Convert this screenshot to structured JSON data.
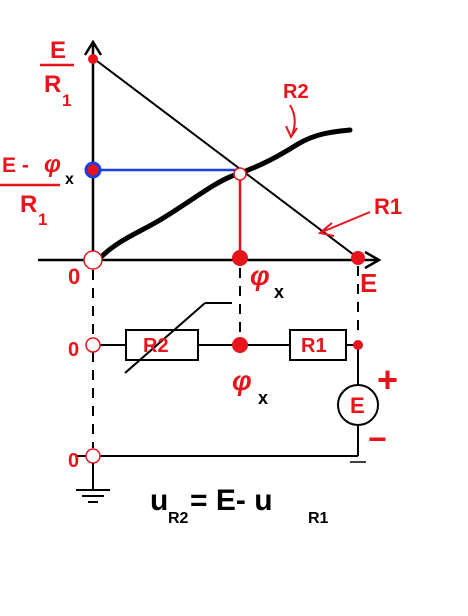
{
  "labels": {
    "top_numerator": "E",
    "top_denominator": "R",
    "top_denominator_sub": "1",
    "mid_numerator": "E -",
    "mid_phi": "φ",
    "mid_phi_sub": "x",
    "mid_denominator": "R",
    "mid_denominator_sub": "1",
    "curve_r2": "R2",
    "line_r1": "R1",
    "origin_zero": "0",
    "x_phi": "φ",
    "x_phi_sub": "x",
    "x_end": "E",
    "circuit_zero": "0",
    "resistor_r2": "R2",
    "resistor_r1": "R1",
    "node_phi": "φ",
    "node_phi_sub": "x",
    "source": "E",
    "plus": "+",
    "minus": "−",
    "ground_zero": "0",
    "eq_u1": "u",
    "eq_sub1": "R2",
    "eq_mid": "=  E- u",
    "eq_sub2": "R1"
  },
  "colors": {
    "accent_red": "#e8141c",
    "blue": "#1a3fe0",
    "black": "#000000"
  }
}
